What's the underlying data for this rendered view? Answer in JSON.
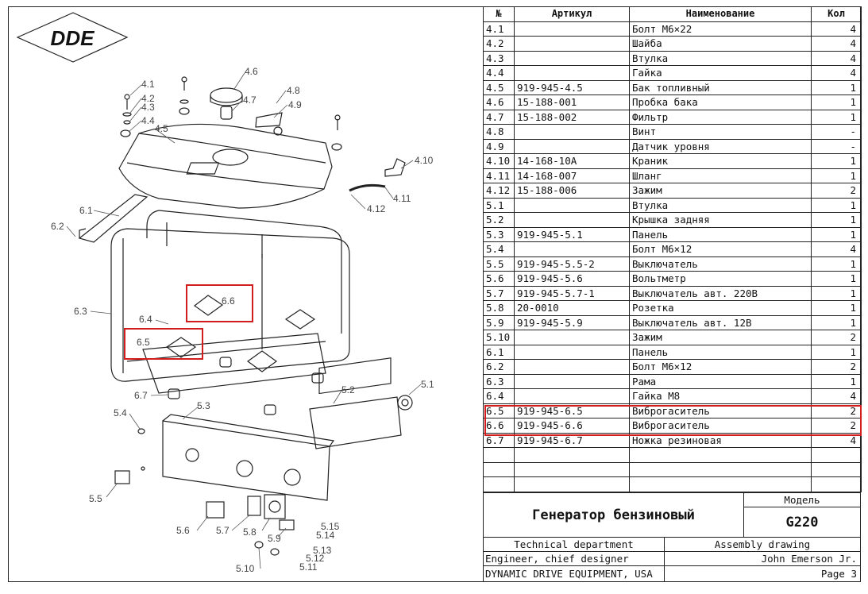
{
  "brand": "DDE",
  "table": {
    "headers": [
      "№",
      "Артикул",
      "Наименование",
      "Кол"
    ],
    "rows": [
      {
        "no": "4.1",
        "art": "",
        "name": "Болт М6×22",
        "qty": "4"
      },
      {
        "no": "4.2",
        "art": "",
        "name": "Шайба",
        "qty": "4"
      },
      {
        "no": "4.3",
        "art": "",
        "name": "Втулка",
        "qty": "4"
      },
      {
        "no": "4.4",
        "art": "",
        "name": "Гайка",
        "qty": "4"
      },
      {
        "no": "4.5",
        "art": "919-945-4.5",
        "name": "Бак топливный",
        "qty": "1"
      },
      {
        "no": "4.6",
        "art": "15-188-001",
        "name": "Пробка бака",
        "qty": "1"
      },
      {
        "no": "4.7",
        "art": "15-188-002",
        "name": "Фильтр",
        "qty": "1"
      },
      {
        "no": "4.8",
        "art": "",
        "name": "Винт",
        "qty": "-"
      },
      {
        "no": "4.9",
        "art": "",
        "name": "Датчик уровня",
        "qty": "-"
      },
      {
        "no": "4.10",
        "art": "14-168-10A",
        "name": "Краник",
        "qty": "1"
      },
      {
        "no": "4.11",
        "art": "14-168-007",
        "name": "Шланг",
        "qty": "1"
      },
      {
        "no": "4.12",
        "art": "15-188-006",
        "name": "Зажим",
        "qty": "2"
      },
      {
        "no": "5.1",
        "art": "",
        "name": "Втулка",
        "qty": "1"
      },
      {
        "no": "5.2",
        "art": "",
        "name": "Крышка задняя",
        "qty": "1"
      },
      {
        "no": "5.3",
        "art": "919-945-5.1",
        "name": "Панель",
        "qty": "1"
      },
      {
        "no": "5.4",
        "art": "",
        "name": "Болт М6×12",
        "qty": "4"
      },
      {
        "no": "5.5",
        "art": "919-945-5.5-2",
        "name": "Выключатель",
        "qty": "1"
      },
      {
        "no": "5.6",
        "art": "919-945-5.6",
        "name": "Вольтметр",
        "qty": "1"
      },
      {
        "no": "5.7",
        "art": "919-945-5.7-1",
        "name": "Выключатель авт. 220В",
        "qty": "1"
      },
      {
        "no": "5.8",
        "art": "20-0010",
        "name": "Розетка",
        "qty": "1"
      },
      {
        "no": "5.9",
        "art": "919-945-5.9",
        "name": "Выключатель авт. 12В",
        "qty": "1"
      },
      {
        "no": "5.10",
        "art": "",
        "name": "Зажим",
        "qty": "2"
      },
      {
        "no": "6.1",
        "art": "",
        "name": "Панель",
        "qty": "1"
      },
      {
        "no": "6.2",
        "art": "",
        "name": "Болт М6×12",
        "qty": "2"
      },
      {
        "no": "6.3",
        "art": "",
        "name": "Рама",
        "qty": "1"
      },
      {
        "no": "6.4",
        "art": "",
        "name": "Гайка М8",
        "qty": "4"
      },
      {
        "no": "6.5",
        "art": "919-945-6.5",
        "name": "Виброгаситель",
        "qty": "2"
      },
      {
        "no": "6.6",
        "art": "919-945-6.6",
        "name": "Виброгаситель",
        "qty": "2"
      },
      {
        "no": "6.7",
        "art": "919-945-6.7",
        "name": "Ножка резиновая",
        "qty": "4"
      },
      {
        "no": "",
        "art": "",
        "name": "",
        "qty": ""
      },
      {
        "no": "",
        "art": "",
        "name": "",
        "qty": ""
      },
      {
        "no": "",
        "art": "",
        "name": "",
        "qty": ""
      }
    ]
  },
  "title_block": {
    "product": "Генератор бензиновый",
    "model_label": "Модель",
    "model": "G220",
    "department": "Technical department",
    "drawing_type": "Assembly drawing",
    "role": "Engineer, chief designer",
    "person": "John Emerson Jr.",
    "company": "DYNAMIC DRIVE EQUIPMENT, USA",
    "page": "Page 3"
  },
  "callouts": [
    "4.1",
    "4.2",
    "4.3",
    "4.4",
    "4.5",
    "4.6",
    "4.7",
    "4.8",
    "4.9",
    "4.10",
    "4.11",
    "4.12",
    "5.1",
    "5.2",
    "5.3",
    "5.4",
    "5.5",
    "5.6",
    "5.7",
    "5.8",
    "5.9",
    "5.10",
    "5.11",
    "5.12",
    "5.13",
    "5.14",
    "5.15",
    "6.1",
    "6.2",
    "6.3",
    "6.4",
    "6.5",
    "6.6",
    "6.7"
  ],
  "highlight_color": "#d11d1d"
}
